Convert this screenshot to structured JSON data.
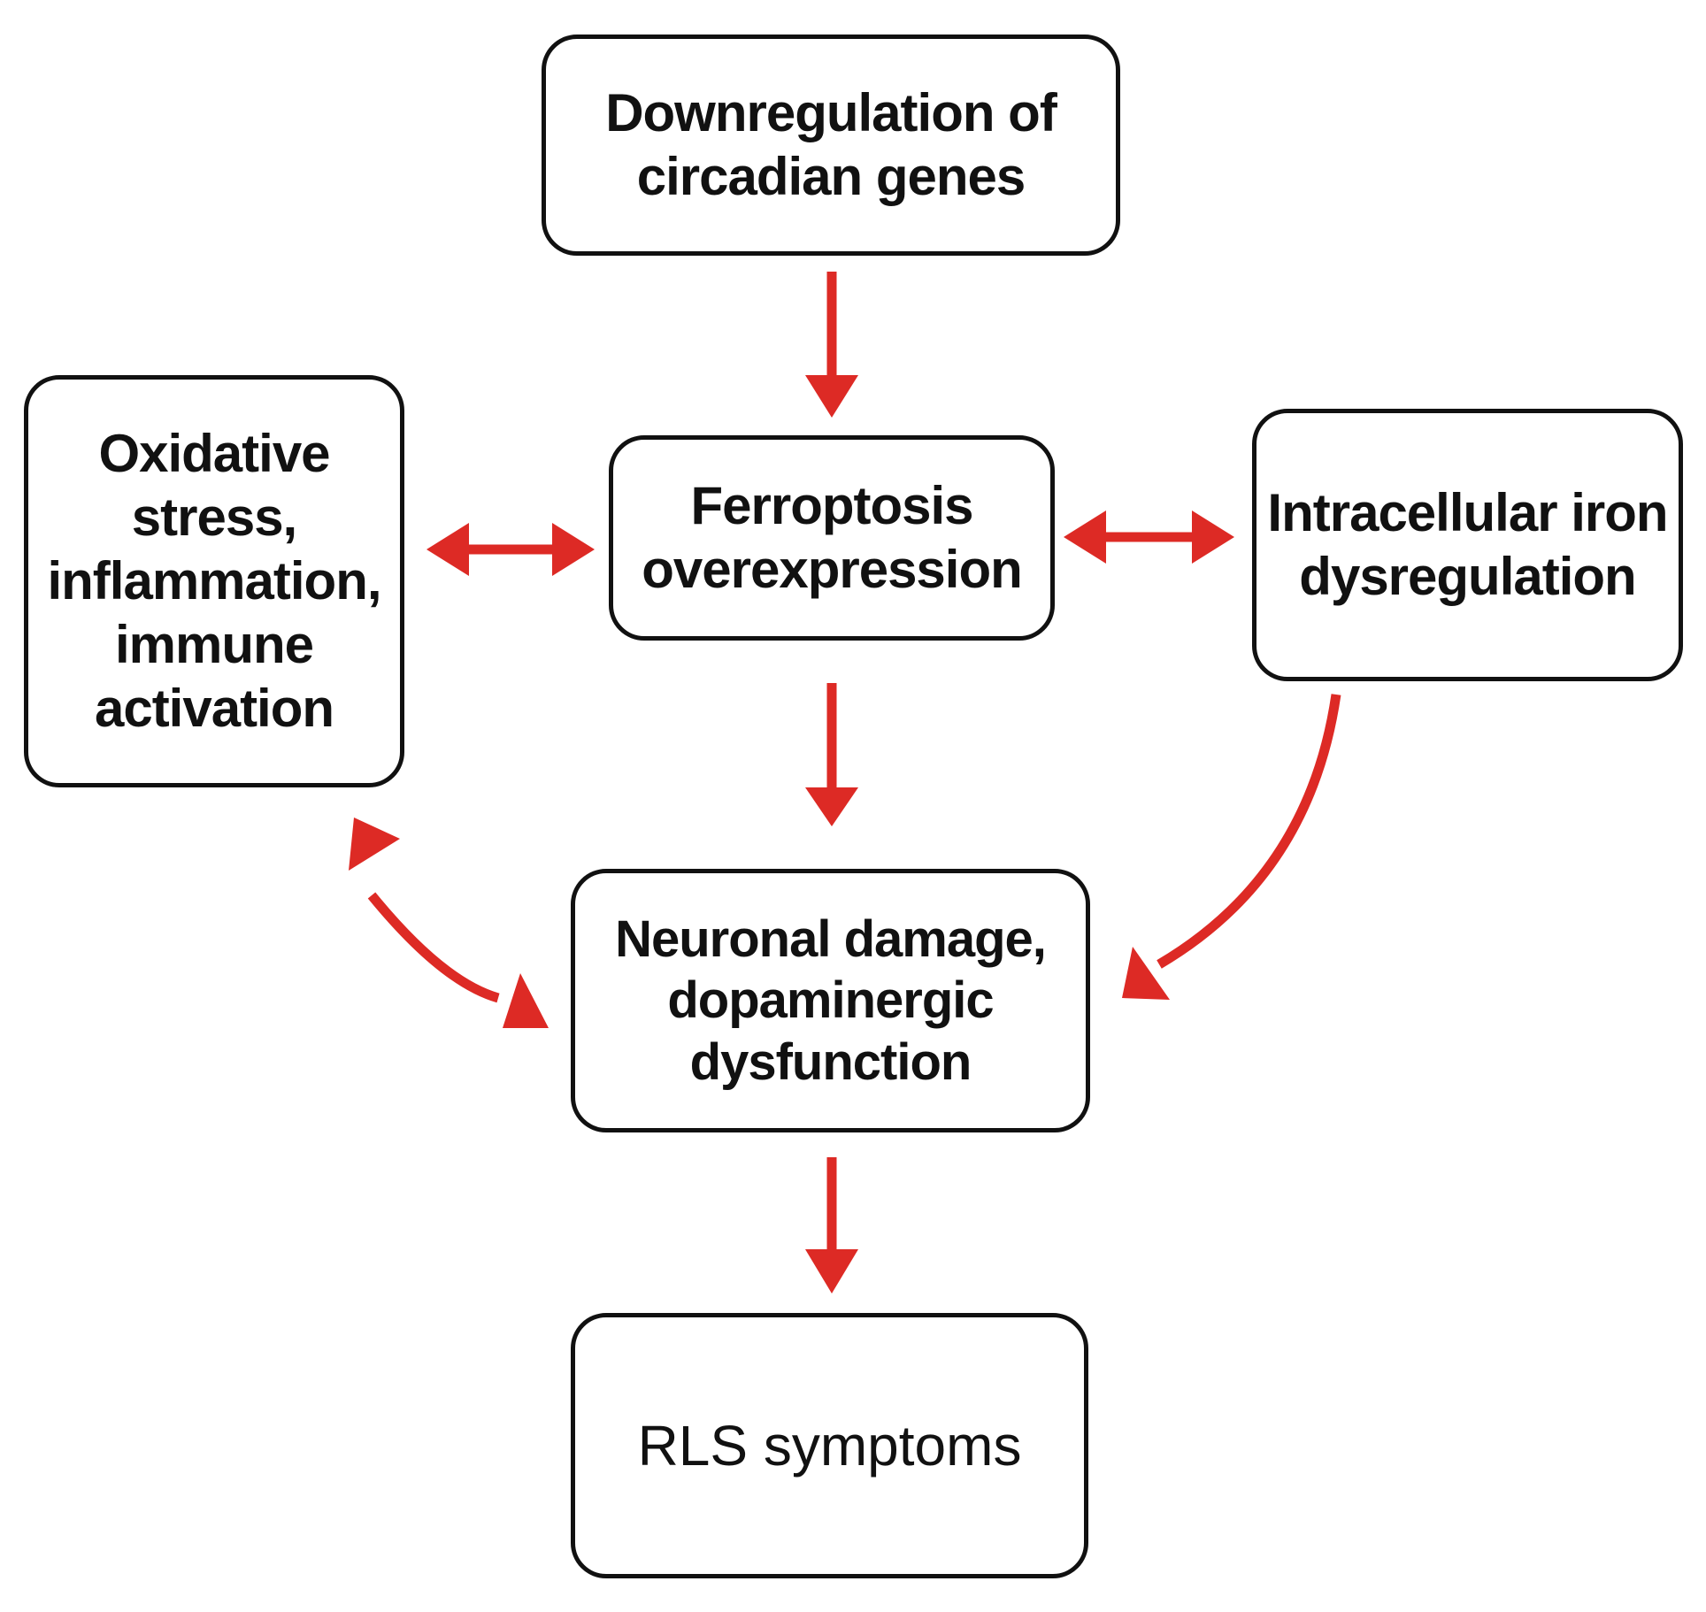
{
  "diagram": {
    "arrow_color": "#dd2a25",
    "border_color": "#111111",
    "nodes": {
      "circadian": {
        "label": "Downregulation of circadian genes"
      },
      "ferroptosis": {
        "label": "Ferroptosis overexpression"
      },
      "oxidative": {
        "label": "Oxidative stress, inflammation, immune activation"
      },
      "iron": {
        "label": "Intracellular iron dysregulation"
      },
      "neuronal": {
        "label": "Neuronal damage, dopaminergic dysfunction"
      },
      "rls": {
        "label": "RLS symptoms"
      }
    },
    "edges": [
      {
        "from": "circadian",
        "to": "ferroptosis",
        "direction": "one-way"
      },
      {
        "from": "oxidative",
        "to": "ferroptosis",
        "direction": "two-way"
      },
      {
        "from": "ferroptosis",
        "to": "iron",
        "direction": "two-way"
      },
      {
        "from": "ferroptosis",
        "to": "neuronal",
        "direction": "one-way"
      },
      {
        "from": "oxidative",
        "to": "neuronal",
        "direction": "two-way"
      },
      {
        "from": "iron",
        "to": "neuronal",
        "direction": "one-way"
      },
      {
        "from": "neuronal",
        "to": "rls",
        "direction": "one-way"
      }
    ]
  }
}
